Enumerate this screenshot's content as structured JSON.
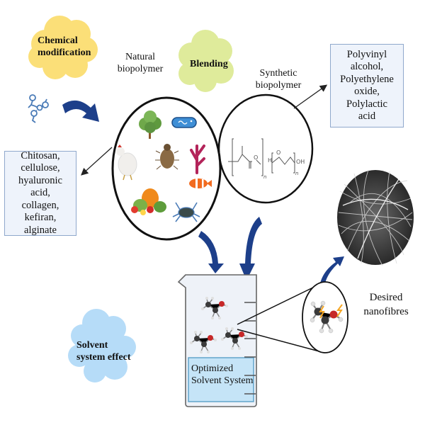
{
  "clouds": {
    "chemical": {
      "label_line1": "Chemical",
      "label_line2": "modification",
      "color": "#fbdf78"
    },
    "blending": {
      "label": "Blending",
      "color": "#dfeb9b"
    },
    "solvent": {
      "label_line1": "Solvent",
      "label_line2": "system effect",
      "color": "#b6dcf8"
    }
  },
  "labels": {
    "natural_line1": "Natural",
    "natural_line2": "biopolymer",
    "synthetic_line1": "Synthetic",
    "synthetic_line2": "biopolymer",
    "desired_line1": "Desired",
    "desired_line2": "nanofibres"
  },
  "boxes": {
    "synthetic_examples": [
      "Polyvinyl",
      "alcohol,",
      "Polyethylene",
      "oxide, Polylactic",
      "acid"
    ],
    "natural_examples": [
      "Chitosan,",
      "cellulose,",
      "hyaluronic acid,",
      "collagen,",
      "kefiran, alginate"
    ]
  },
  "beaker": {
    "label_line1": "Optimized",
    "label_line2": "Solvent System",
    "liquid_color": "#c5e4f7"
  },
  "natural_sources": [
    "tree-icon",
    "bacteria-icon",
    "chicken-icon",
    "beetle-icon",
    "seaweed-icon",
    "clownfish-icon",
    "vegetables-icon",
    "crab-icon"
  ],
  "chem_structures": {
    "pla_subscript": "n",
    "peo_h": "H",
    "peo_o": "O",
    "peo_oh": "OH",
    "peo_subscript": "n"
  },
  "molecule_atoms": {
    "carbon": "C",
    "oxygen": "O",
    "hydrogen": "H"
  },
  "colors": {
    "arrow_blue": "#1d3f8a",
    "carbon": "#3a3a3a",
    "oxygen": "#c62828",
    "hydrogen": "#d9d9d9",
    "bond_highlight": "#f5a623"
  }
}
